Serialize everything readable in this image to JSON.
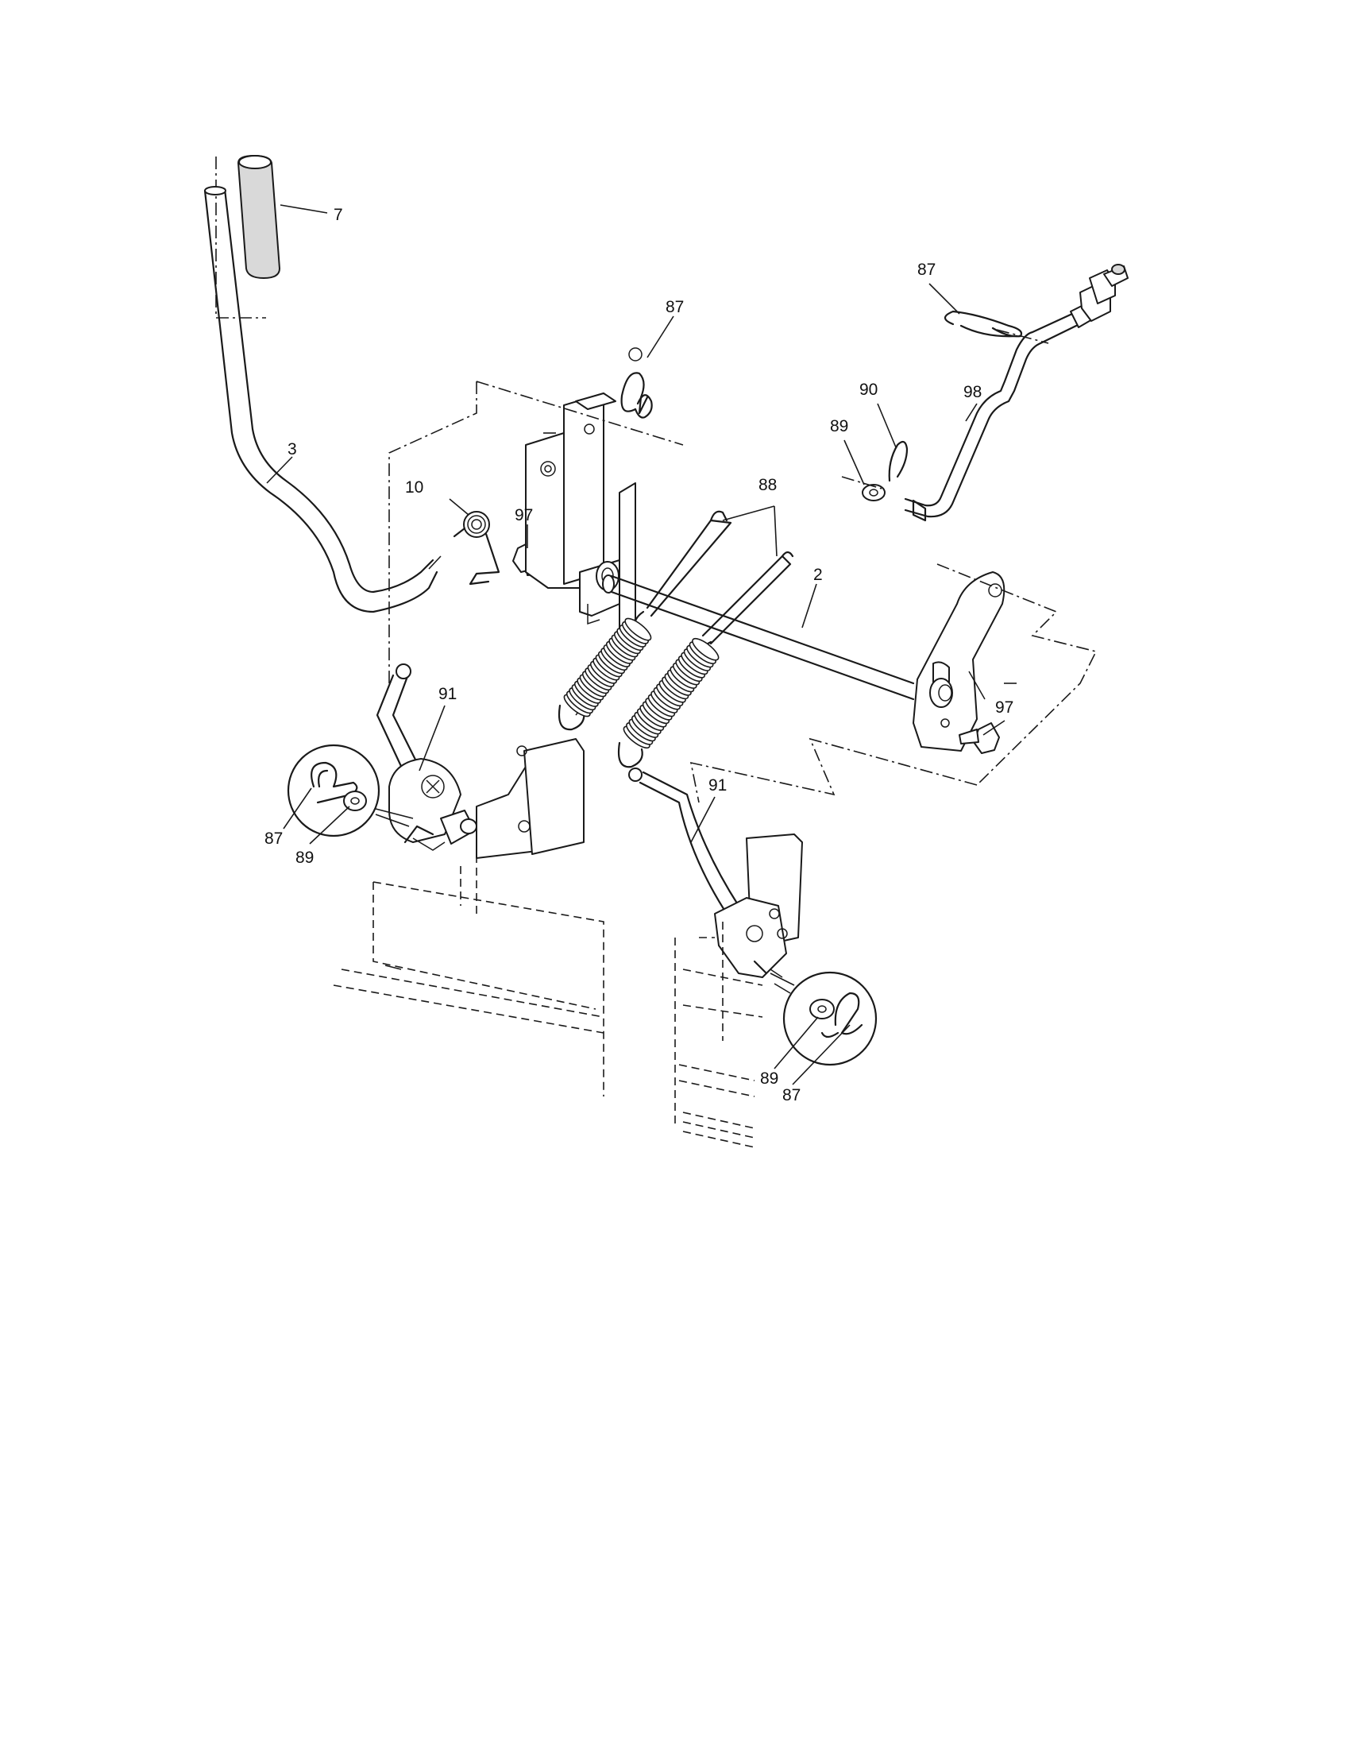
{
  "diagram": {
    "type": "exploded-parts-diagram",
    "labels": {
      "l7": "7",
      "l3": "3",
      "l10": "10",
      "l97a": "97",
      "l87top": "87",
      "l88": "88",
      "l2": "2",
      "l87right": "87",
      "l90": "90",
      "l98": "98",
      "l89right": "89",
      "l97b": "97",
      "l91left": "91",
      "l87left": "87",
      "l89left": "89",
      "l91right": "91",
      "l89bottom": "89",
      "l87bottom": "87"
    }
  }
}
